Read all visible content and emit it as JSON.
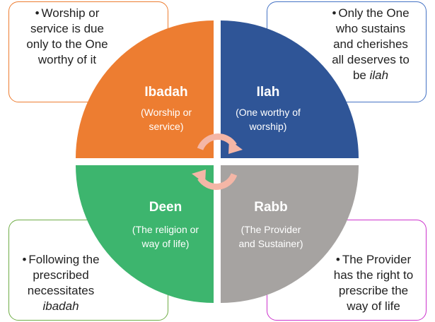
{
  "quadrants": {
    "top_left": {
      "title": "Ibadah",
      "subtitle": [
        "(Worship or",
        "service)"
      ],
      "color": "#ED7D31"
    },
    "top_right": {
      "title": "Ilah",
      "subtitle": [
        "(One worthy of",
        "worship)"
      ],
      "color": "#2F5597"
    },
    "bottom_left": {
      "title": "Deen",
      "subtitle": [
        "(The religion or",
        "way of life)"
      ],
      "color": "#3DB56E"
    },
    "bottom_right": {
      "title": "Rabb",
      "subtitle": [
        "(The Provider",
        "and Sustainer)"
      ],
      "color": "#A6A3A1"
    }
  },
  "boxes": {
    "top_left": {
      "border_color": "#ED7D31",
      "lines": [
        "Worship or",
        "service is due",
        "only to the One",
        "worthy of it"
      ]
    },
    "top_right": {
      "border_color": "#4472C4",
      "lines": [
        "Only the One",
        "who sustains",
        "and cherishes",
        "all deserves to",
        "be"
      ],
      "italic_tail": "ilah"
    },
    "bottom_left": {
      "border_color": "#70AD47",
      "lines": [
        "Following the",
        "prescribed",
        "necessitates"
      ],
      "italic_line": "ibadah"
    },
    "bottom_right": {
      "border_color": "#CC33CC",
      "lines": [
        "The Provider",
        "has the right to",
        "prescribe the",
        "way of life"
      ]
    }
  },
  "cycle_arrows": {
    "color": "#F4B6A6"
  }
}
